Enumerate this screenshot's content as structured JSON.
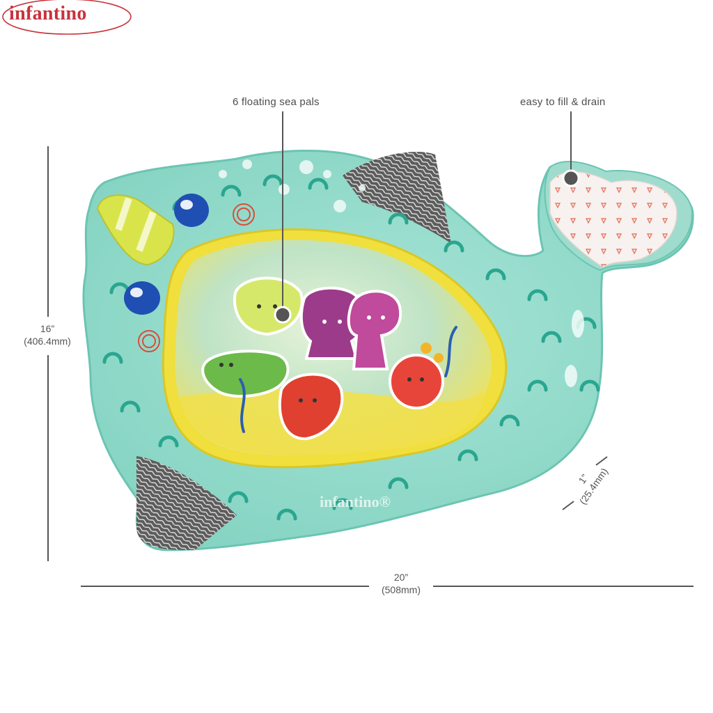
{
  "brand": {
    "logo_text": "infantino",
    "mat_logo_text": "infantino®",
    "color": "#c8323c"
  },
  "callouts": {
    "sea_pals": "6 floating sea pals",
    "fill_drain": "easy to fill & drain"
  },
  "dimensions": {
    "height_in": "16”",
    "height_mm": "(406.4mm)",
    "width_in": "20”",
    "width_mm": "(508mm)",
    "depth_in": "1”",
    "depth_mm": "(25.4mm)"
  },
  "colors": {
    "mat": "#8fd9c9",
    "mat_edge": "#6cc4b2",
    "pattern": "#29a58f",
    "water": "#f3e54c",
    "line": "#555555"
  }
}
